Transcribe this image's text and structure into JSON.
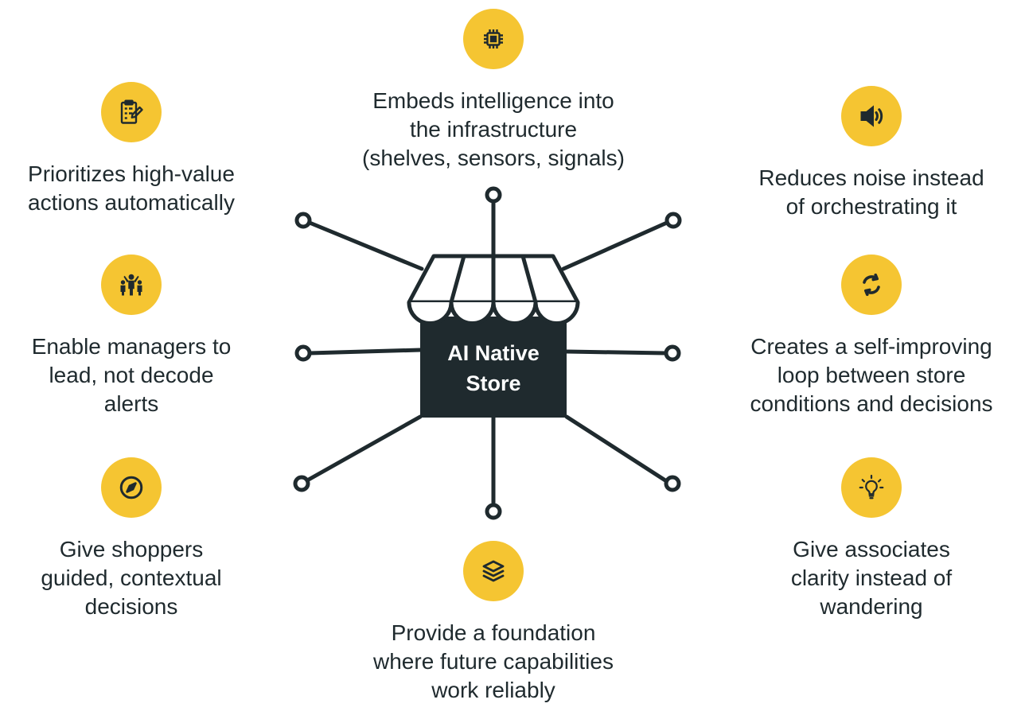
{
  "center": {
    "label": "AI Native\nStore"
  },
  "features": {
    "top": {
      "icon": "chip-icon",
      "label": "Embeds intelligence into\nthe infrastructure\n(shelves, sensors, signals)"
    },
    "top_left": {
      "icon": "clipboard-checklist-icon",
      "label": "Prioritizes high-value\nactions automatically"
    },
    "top_right": {
      "icon": "speaker-icon",
      "label": "Reduces noise instead\nof orchestrating it"
    },
    "mid_left": {
      "icon": "team-icon",
      "label": "Enable managers to\nlead, not decode\nalerts"
    },
    "mid_right": {
      "icon": "refresh-cycle-icon",
      "label": "Creates a self-improving\nloop between store\nconditions and decisions"
    },
    "low_left": {
      "icon": "compass-icon",
      "label": "Give shoppers\nguided, contextual\ndecisions"
    },
    "low_right": {
      "icon": "lightbulb-icon",
      "label": "Give associates\nclarity instead of\nwandering"
    },
    "bottom": {
      "icon": "layers-icon",
      "label": "Provide a foundation\nwhere future capabilities\nwork reliably"
    }
  },
  "colors": {
    "accent": "#f5c532",
    "dark": "#1f2a2e",
    "store_fill": "#1f2a2e",
    "background": "#ffffff"
  }
}
